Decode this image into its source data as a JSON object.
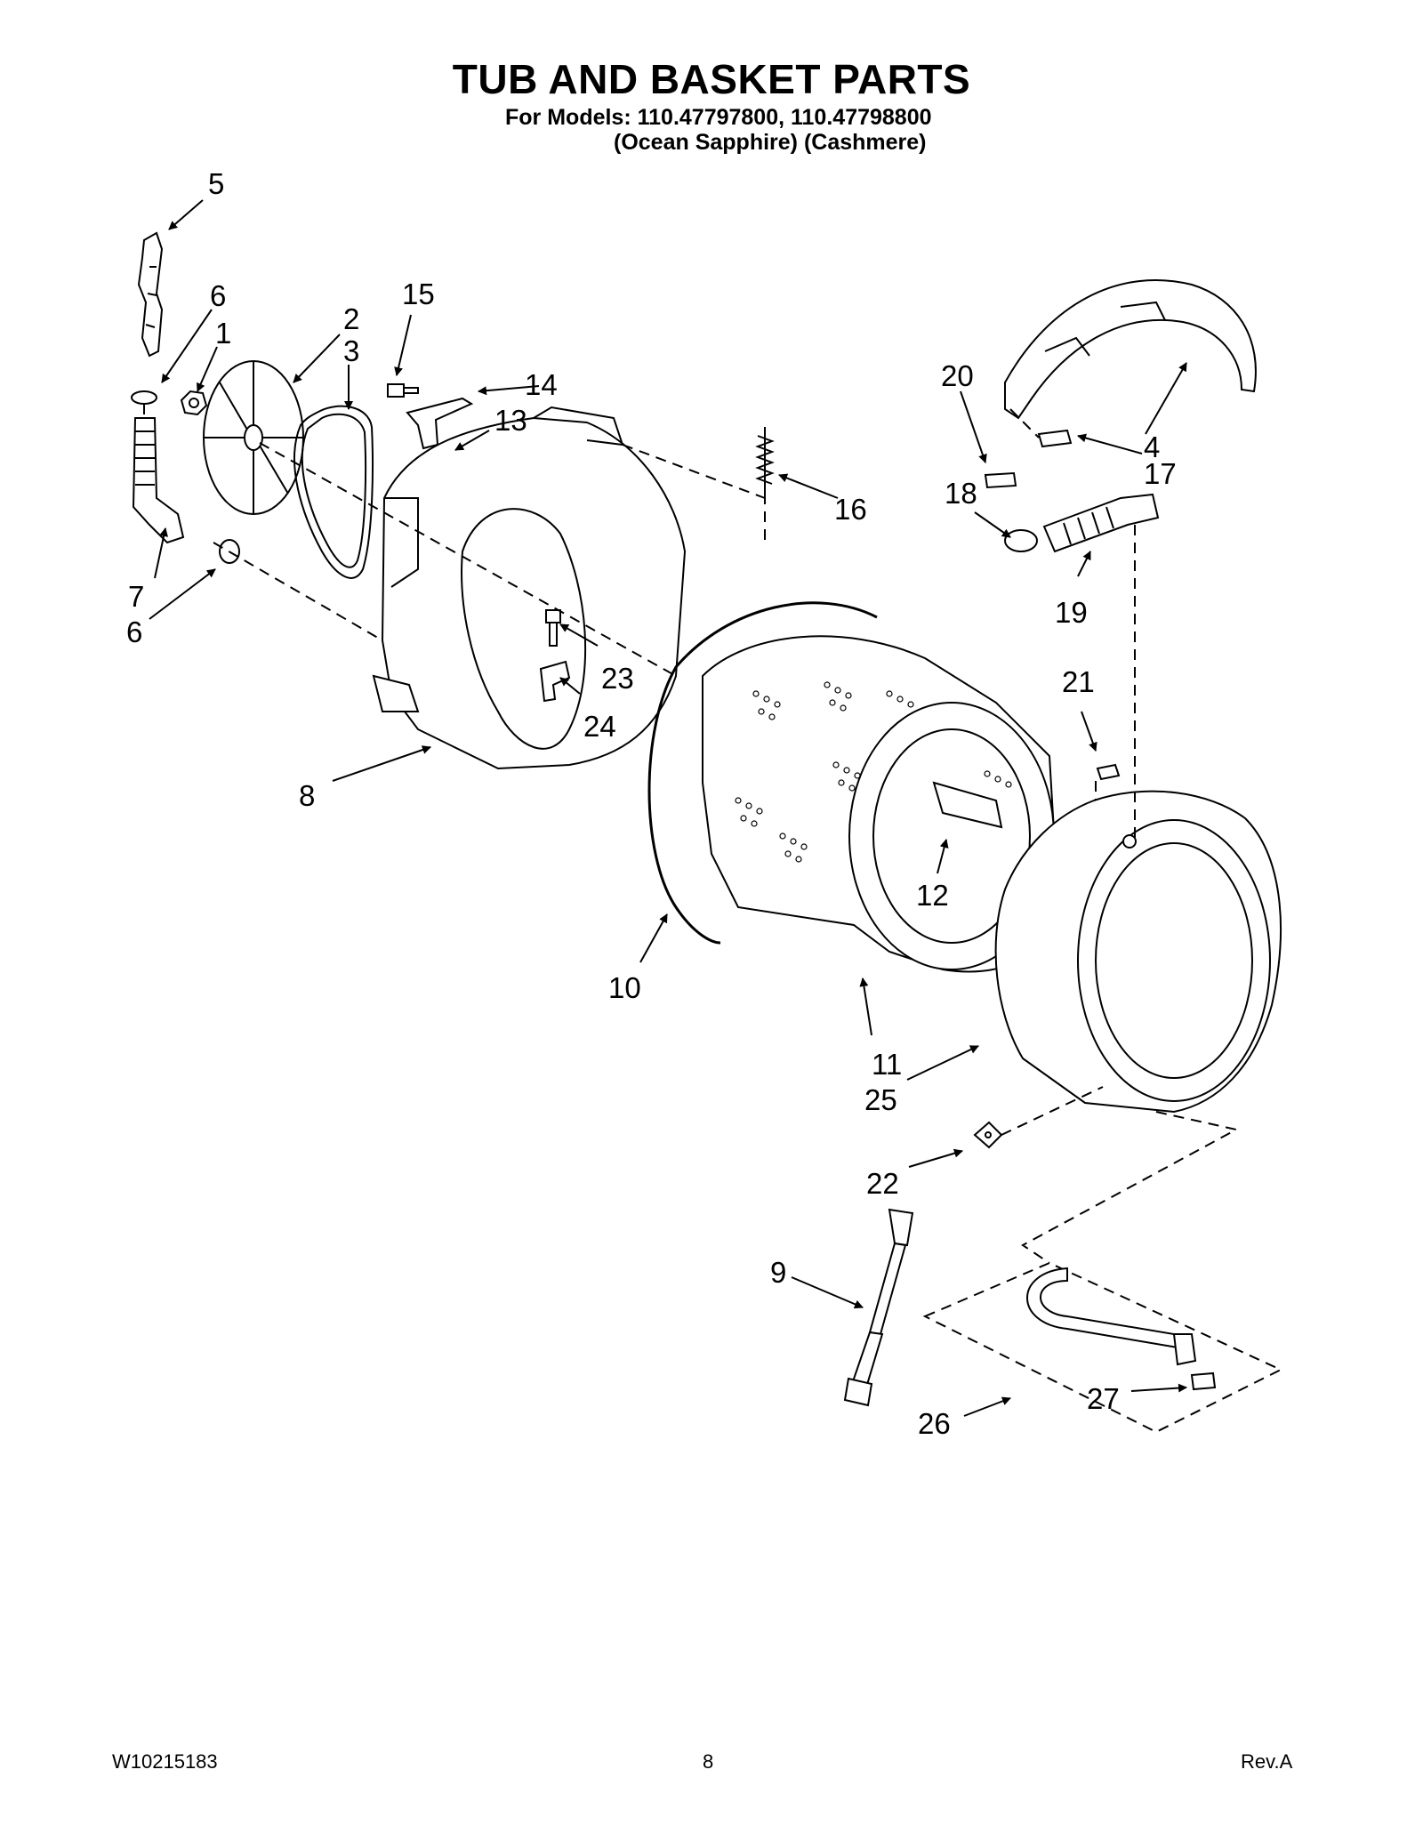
{
  "header": {
    "title": "TUB AND BASKET PARTS",
    "models_line": "For Models: 110.47797800, 110.47798800",
    "colors_line": "(Ocean Sapphire) (Cashmere)"
  },
  "callouts": [
    "5",
    "6",
    "1",
    "2",
    "3",
    "15",
    "14",
    "13",
    "16",
    "7",
    "6",
    "23",
    "24",
    "8",
    "20",
    "4",
    "17",
    "18",
    "19",
    "21",
    "12",
    "10",
    "11",
    "25",
    "22",
    "9",
    "26",
    "27"
  ],
  "footer": {
    "doc_number": "W10215183",
    "page": "8",
    "revision": "Rev.A"
  }
}
